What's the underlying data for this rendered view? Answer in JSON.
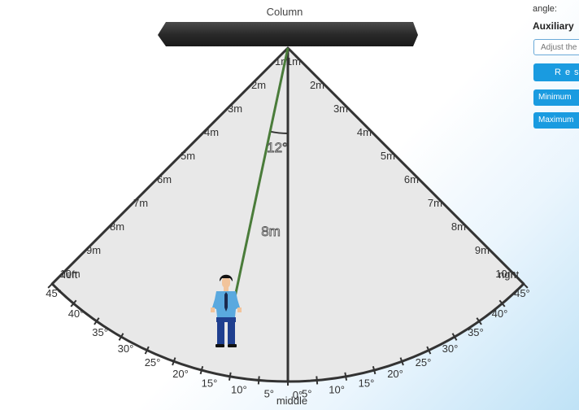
{
  "diagram": {
    "column_label": "Column",
    "left_label": "left",
    "right_label": "right",
    "middle_label": "middle",
    "angle_value": "12°",
    "distance_value": "8m",
    "distance_ticks": [
      "1m",
      "2m",
      "3m",
      "4m",
      "5m",
      "6m",
      "7m",
      "8m",
      "9m",
      "10m"
    ],
    "angle_ticks": [
      {
        "value": 45,
        "text": "45°"
      },
      {
        "value": 40,
        "text": "40°"
      },
      {
        "value": 35,
        "text": "35°"
      },
      {
        "value": 30,
        "text": "30°"
      },
      {
        "value": 25,
        "text": "25°"
      },
      {
        "value": 20,
        "text": "20°"
      },
      {
        "value": 15,
        "text": "15°"
      },
      {
        "value": 10,
        "text": "10°"
      },
      {
        "value": 5,
        "text": "5°"
      },
      {
        "value": 0,
        "text": "0°"
      }
    ],
    "person_angle_deg": 12,
    "person_distance_m": 8,
    "colors": {
      "sector_fill": "#e8e8e8",
      "sector_stroke": "#333333",
      "line_color": "#4a7c3a",
      "column_color": "#2a2a2a",
      "shirt": "#5aa9df",
      "pants": "#1f3f8f"
    }
  },
  "panel": {
    "angle_label": "angle:",
    "aux_title": "Auxiliary",
    "adjust_placeholder": "Adjust the",
    "reset_label": "Reset",
    "minimum_label": "Minimum",
    "maximum_label": "Maximum"
  }
}
